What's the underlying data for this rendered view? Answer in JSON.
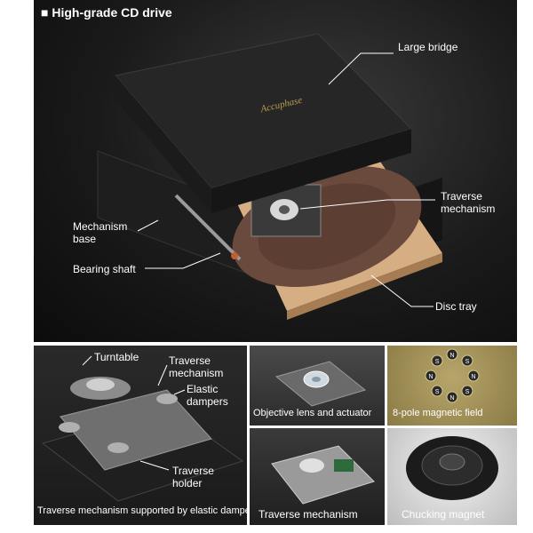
{
  "header": {
    "bullet": "■",
    "title": "High-grade CD drive"
  },
  "main_labels": {
    "large_bridge": "Large bridge",
    "traverse_mechanism_line1": "Traverse",
    "traverse_mechanism_line2": "mechanism",
    "mechanism_base_line1": "Mechanism",
    "mechanism_base_line2": "base",
    "bearing_shaft": "Bearing shaft",
    "disc_tray": "Disc tray",
    "lid_brand": "Accuphase"
  },
  "inset_left": {
    "turntable": "Turntable",
    "traverse_line1": "Traverse",
    "traverse_line2": "mechanism",
    "elastic_line1": "Elastic",
    "elastic_line2": "dampers",
    "holder_line1": "Traverse",
    "holder_line2": "holder",
    "caption": "Traverse mechanism supported by elastic dampers"
  },
  "inset_objective": {
    "caption": "Objective lens and actuator"
  },
  "inset_magnetic": {
    "caption": "8-pole magnetic field",
    "poles": [
      "N",
      "S",
      "N",
      "S",
      "N",
      "S",
      "N",
      "S"
    ]
  },
  "inset_traverse": {
    "caption": "Traverse mechanism"
  },
  "inset_chucking": {
    "caption": "Chucking magnet"
  },
  "colors": {
    "lid": "#262626",
    "tray": "#d9b48a",
    "disc_area": "#6b4a3e",
    "gold": "#b79a4a"
  }
}
